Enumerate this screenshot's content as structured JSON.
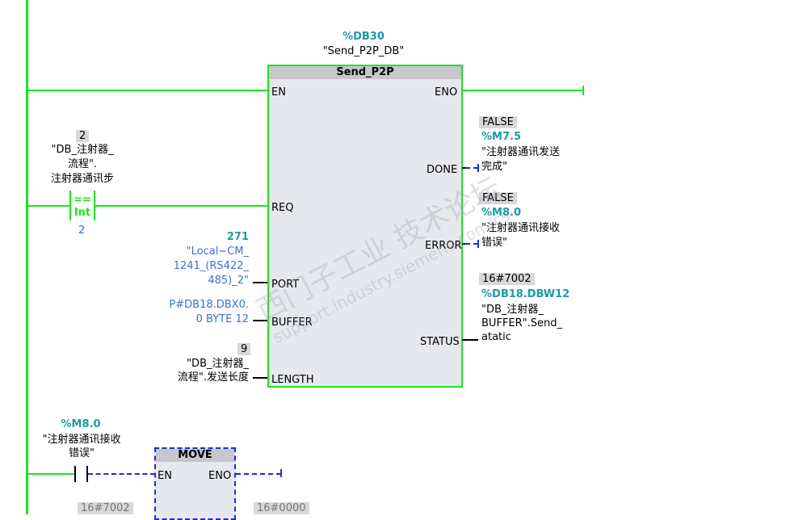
{
  "instance_db": {
    "address": "%DB30",
    "name": "\"Send_P2P_DB\""
  },
  "send_block": {
    "title": "Send_P2P",
    "en": "EN",
    "eno": "ENO",
    "req": "REQ",
    "port": "PORT",
    "buffer": "BUFFER",
    "length": "LENGTH",
    "done": "DONE",
    "error": "ERROR",
    "status": "STATUS"
  },
  "compare_contact": {
    "value": "2",
    "operand_line1": "\"DB_注射器_",
    "operand_line2": "流程\".",
    "operand_line3": "注射器通讯步",
    "op": "==",
    "type": "Int",
    "operand2": "2"
  },
  "port_input": {
    "value": "271",
    "line1": "\"Local~CM_",
    "line2": "1241_(RS422_",
    "line3": "485)_2\""
  },
  "buffer_input": {
    "line1": "P#DB18.DBX0.",
    "line2": "0 BYTE 12"
  },
  "length_input": {
    "value": "9",
    "line1": "\"DB_注射器_",
    "line2": "流程\".发送长度"
  },
  "done_output": {
    "value": "FALSE",
    "address": "%M7.5",
    "line1": "\"注射器通讯发送",
    "line2": "完成\""
  },
  "error_output": {
    "value": "FALSE",
    "address": "%M8.0",
    "line1": "\"注射器通讯接收",
    "line2": "错误\""
  },
  "status_output": {
    "value": "16#7002",
    "address": "%DB18.DBW12",
    "line1": "\"DB_注射器_",
    "line2": "BUFFER\".Send_",
    "line3": "atatic"
  },
  "contact2": {
    "address": "%M8.0",
    "line1": "\"注射器通讯接收",
    "line2": "错误\""
  },
  "move_block": {
    "title": "MOVE",
    "en": "EN",
    "eno": "ENO",
    "in_value": "16#7002",
    "out_value": "16#0000"
  },
  "watermark": {
    "text1": "西门子工业 技术论坛",
    "text2": "support.industry.siemens.com/cs"
  }
}
